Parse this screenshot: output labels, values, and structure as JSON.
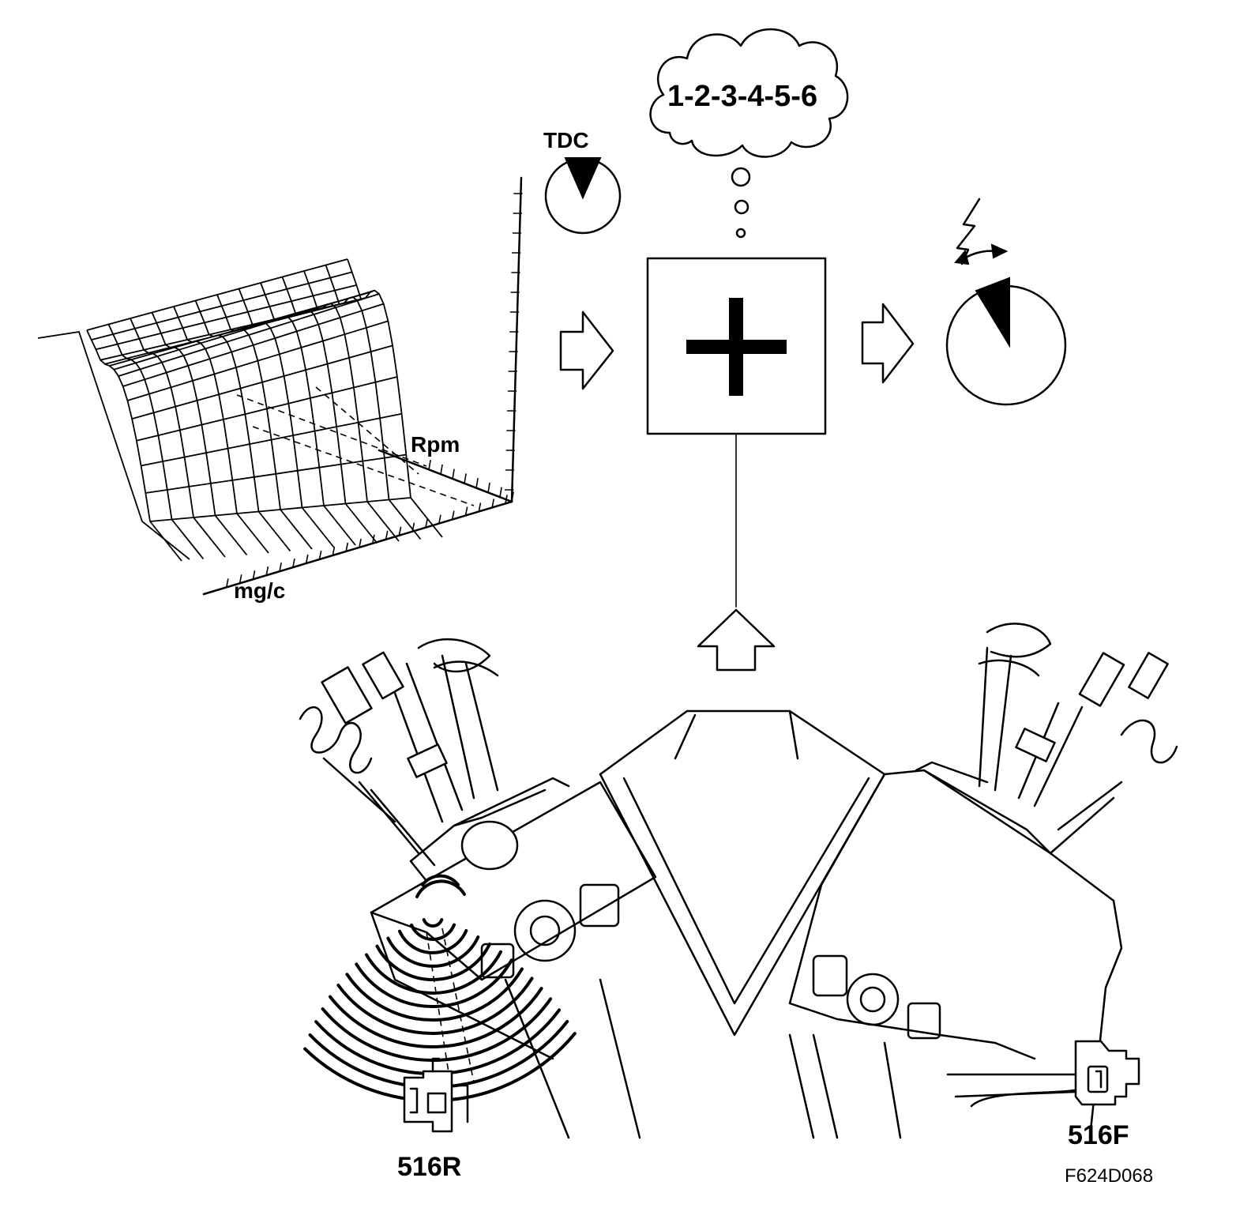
{
  "labels": {
    "tdc": "TDC",
    "firing_order": "1-2-3-4-5-6",
    "axis_rpm": "Rpm",
    "axis_load": "mg/c",
    "sensor_rear": "516R",
    "sensor_front": "516F",
    "figure_code": "F624D068"
  },
  "icons": {
    "summing_block": "plus-sign-icon",
    "timing_dial": "tdc-dial-icon",
    "spark_advance_dial": "spark-advance-icon",
    "flow_arrow": "hollow-arrow-icon",
    "thought_cloud": "thought-cloud-icon",
    "knock_sensor": "knock-sensor-icon"
  },
  "colors": {
    "ink": "#000000",
    "paper": "#ffffff"
  }
}
